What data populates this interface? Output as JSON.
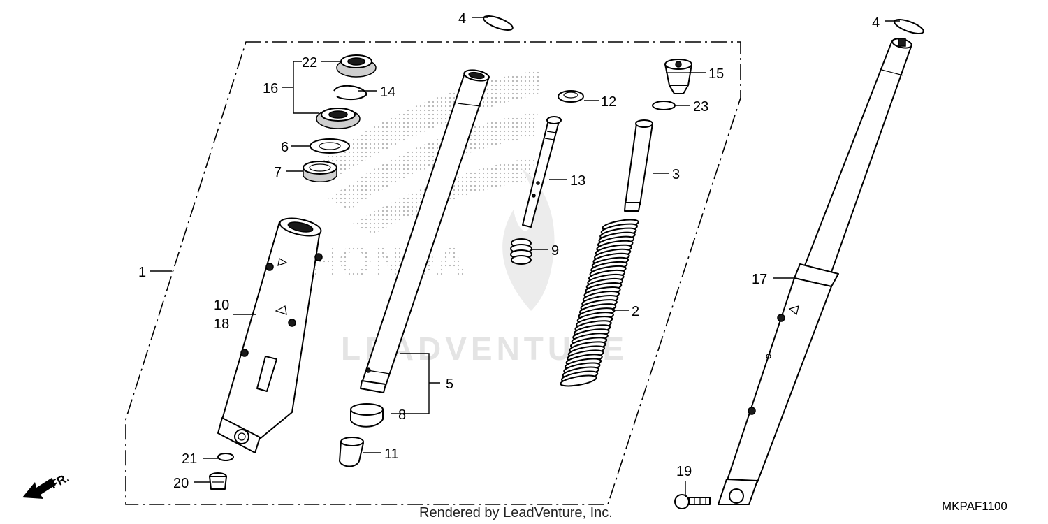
{
  "diagram": {
    "callouts": {
      "c1": "1",
      "c2": "2",
      "c3": "3",
      "c4a": "4",
      "c4b": "4",
      "c5": "5",
      "c6": "6",
      "c7": "7",
      "c8": "8",
      "c9": "9",
      "c10": "10",
      "c11": "11",
      "c12": "12",
      "c13": "13",
      "c14": "14",
      "c15": "15",
      "c16": "16",
      "c17": "17",
      "c18": "18",
      "c19": "19",
      "c20": "20",
      "c21": "21",
      "c22": "22",
      "c23": "23"
    },
    "watermark": {
      "logo_word": "HONDA",
      "brand": "LEADVENTURE"
    },
    "direction_marker": "FR.",
    "footer_credit": "Rendered by LeadVenture, Inc.",
    "diagram_code": "MKPAF1100"
  }
}
